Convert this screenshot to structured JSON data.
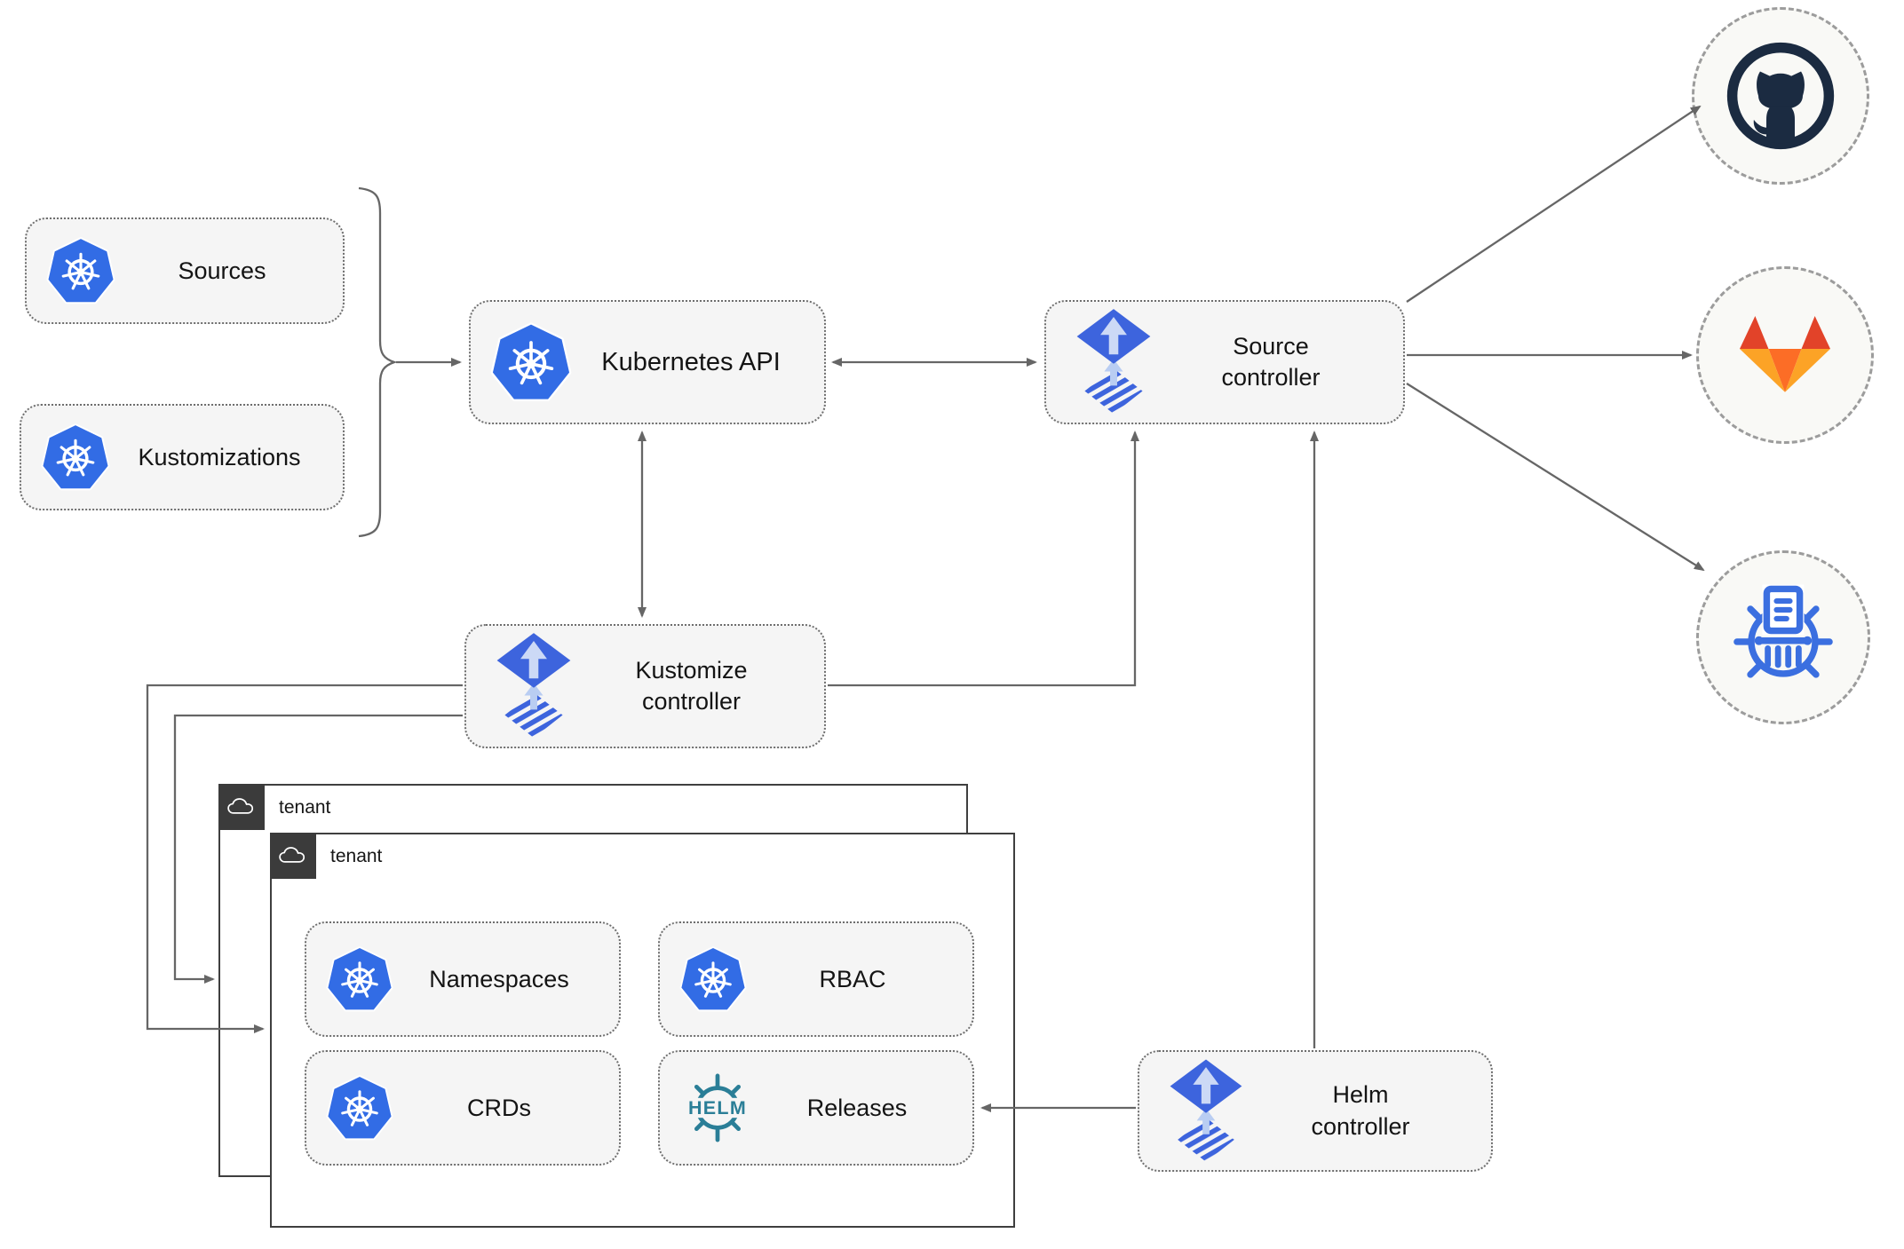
{
  "nodes": {
    "sources": {
      "label": "Sources"
    },
    "kustomizations": {
      "label": "Kustomizations"
    },
    "kubernetes_api": {
      "label": "Kubernetes API"
    },
    "source_controller": {
      "label": "Source\ncontroller"
    },
    "kustomize_controller": {
      "label": "Kustomize\ncontroller"
    },
    "helm_controller": {
      "label": "Helm\ncontroller"
    },
    "tenant_outer": {
      "label": "tenant"
    },
    "tenant_inner": {
      "label": "tenant"
    },
    "namespaces": {
      "label": "Namespaces"
    },
    "rbac": {
      "label": "RBAC"
    },
    "crds": {
      "label": "CRDs"
    },
    "releases": {
      "label": "Releases"
    }
  },
  "icons": {
    "kubernetes": "kubernetes-icon",
    "flux": "flux-icon",
    "helm": "helm-icon",
    "cloud": "cloud-icon",
    "github": "github-icon",
    "gitlab": "gitlab-icon",
    "helm_repository": "helm-repository-icon"
  },
  "colors": {
    "kubernetes_blue": "#326ce5",
    "flux_blue": "#3d64dd",
    "flux_arrow": "#ccd9f6",
    "flux_arrow_pale": "#b9cdf2",
    "helm_teal": "#2a7e97",
    "github_dark": "#1b2b41",
    "gitlab_red": "#e24329",
    "gitlab_orange": "#fc6d26",
    "gitlab_light_orange": "#fca326",
    "chartmuseum_blue": "#3b6fe0",
    "line_gray": "#666666",
    "node_fill": "#f5f5f5",
    "tenant_tab": "#3b3b3b"
  }
}
